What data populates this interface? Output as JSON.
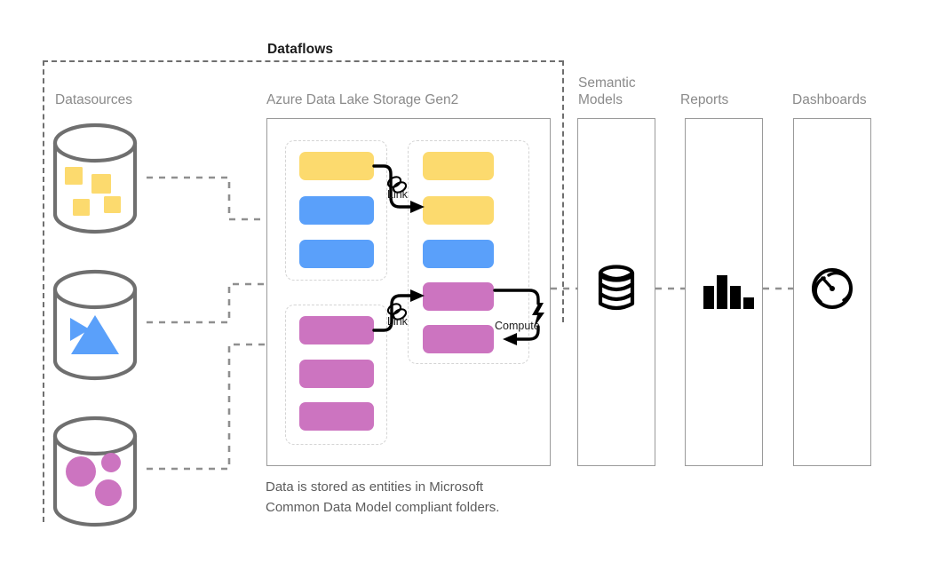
{
  "diagram": {
    "title": "Dataflows",
    "columns": [
      {
        "key": "datasources",
        "label": "Datasources"
      },
      {
        "key": "adls",
        "label": "Azure Data Lake Storage Gen2"
      },
      {
        "key": "semantic_models",
        "label": "Semantic\nModels"
      },
      {
        "key": "reports",
        "label": "Reports"
      },
      {
        "key": "dashboards",
        "label": "Dashboards"
      }
    ],
    "caption": "Data is stored as entities in Microsoft\nCommon Data Model compliant folders.",
    "edge_labels": {
      "link": "Link",
      "compute": "Compute"
    },
    "datasources": [
      {
        "name": "datasource-yellow",
        "shape": "cylinder",
        "marker": "squares",
        "color": "#FCDA6E",
        "count": 4
      },
      {
        "name": "datasource-blue",
        "shape": "cylinder",
        "marker": "triangles",
        "color": "#5AA0FA",
        "count": 2
      },
      {
        "name": "datasource-purple",
        "shape": "cylinder",
        "marker": "circles",
        "color": "#CC74C0",
        "count": 3
      }
    ],
    "adls_groups": [
      {
        "name": "staged-entities-top",
        "entities": [
          {
            "color": "#FCDA6E",
            "label": "yellow-entity"
          },
          {
            "color": "#5AA0FA",
            "label": "blue-entity"
          },
          {
            "color": "#5AA0FA",
            "label": "blue-entity"
          }
        ]
      },
      {
        "name": "staged-entities-bottom",
        "entities": [
          {
            "color": "#CC74C0",
            "label": "purple-entity"
          },
          {
            "color": "#CC74C0",
            "label": "purple-entity"
          },
          {
            "color": "#CC74C0",
            "label": "purple-entity"
          }
        ]
      },
      {
        "name": "computed-entities",
        "entities": [
          {
            "color": "#FCDA6E",
            "label": "yellow-entity"
          },
          {
            "color": "#FCDA6E",
            "label": "yellow-entity"
          },
          {
            "color": "#5AA0FA",
            "label": "blue-entity"
          },
          {
            "color": "#CC74C0",
            "label": "purple-entity"
          },
          {
            "color": "#CC74C0",
            "label": "purple-entity"
          }
        ]
      }
    ],
    "output_panels": [
      {
        "key": "semantic_models",
        "icon": "database-stack-icon"
      },
      {
        "key": "reports",
        "icon": "bar-chart-icon"
      },
      {
        "key": "dashboards",
        "icon": "gauge-icon"
      }
    ],
    "colors": {
      "yellow": "#FCDA6E",
      "blue": "#5AA0FA",
      "purple": "#CC74C0",
      "outline": "#6f6f6f",
      "panel_border": "#9a9a9a",
      "group_border": "#d4d4d4",
      "connector": "#8f8f8f",
      "label": "#8a8a8a",
      "caption": "#5c5c5c",
      "ink": "#000000"
    }
  }
}
